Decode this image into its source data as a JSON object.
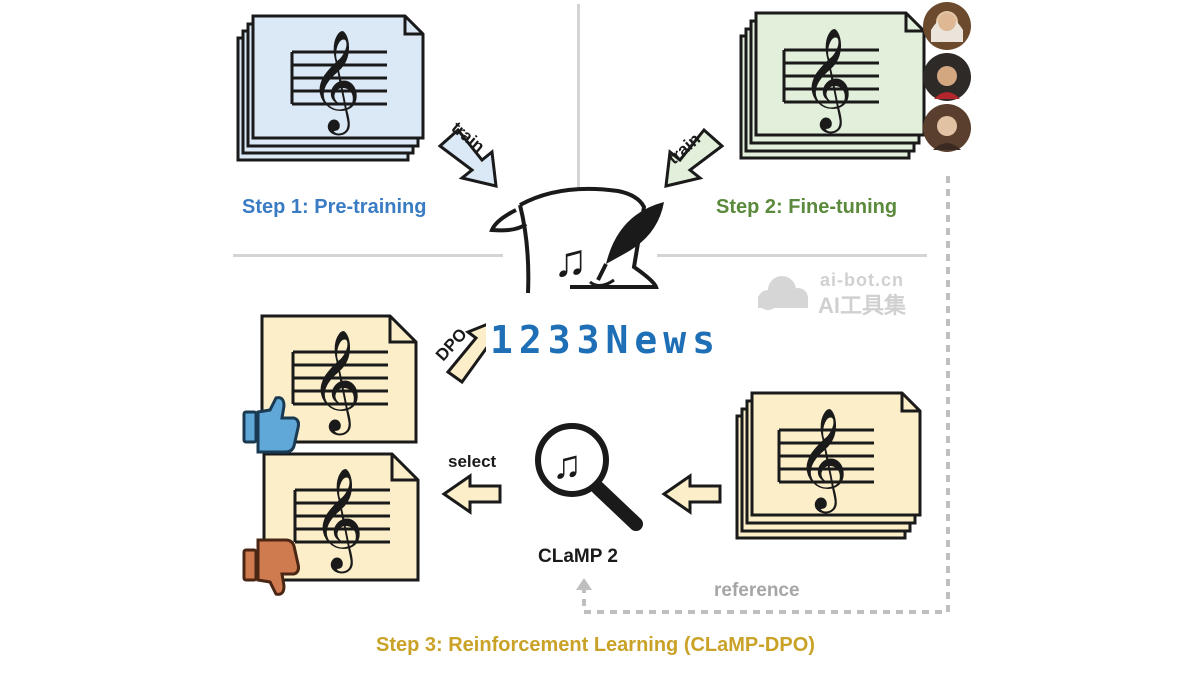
{
  "steps": {
    "step1": "Step 1: Pre-training",
    "step2": "Step 2: Fine-tuning",
    "step3": "Step 3: Reinforcement Learning (CLaMP-DPO)"
  },
  "arrows": {
    "train_left": "train",
    "train_right": "train",
    "dpo": "DPO",
    "select": "select",
    "reference": "reference"
  },
  "model": {
    "clamp_label": "CLaMP 2"
  },
  "watermark": {
    "url": "ai-bot.cn",
    "name": "AI工具集"
  },
  "banner": {
    "text": "1233News"
  },
  "colors": {
    "step1": "#3a7cc4",
    "step2": "#5b8a3c",
    "step3": "#c9a227",
    "doc_blue": "#dbe8f6",
    "doc_green": "#e2efda",
    "doc_yellow": "#fbeec9",
    "thumb_up": "#5fa8d8",
    "thumb_down": "#d07a4f"
  }
}
